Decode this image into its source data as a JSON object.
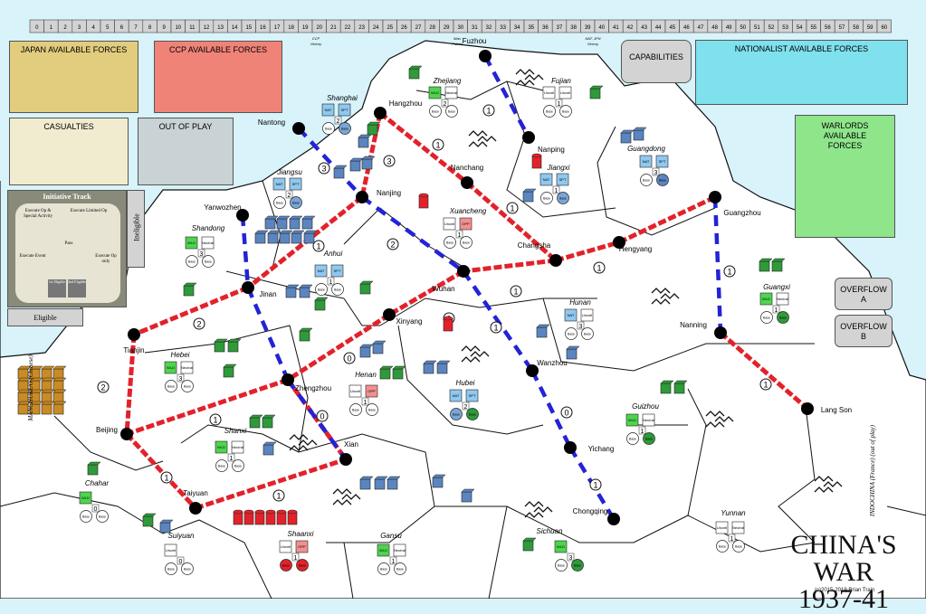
{
  "track": {
    "numbers": [
      "0",
      "1",
      "2",
      "3",
      "4",
      "5",
      "6",
      "7",
      "8",
      "9",
      "10",
      "11",
      "12",
      "13",
      "14",
      "15",
      "16",
      "17",
      "18",
      "19",
      "20",
      "21",
      "22",
      "23",
      "24",
      "25",
      "26",
      "27",
      "28",
      "29",
      "30",
      "31",
      "32",
      "33",
      "34",
      "35",
      "36",
      "37",
      "38",
      "39",
      "40",
      "41",
      "42",
      "43",
      "44",
      "45",
      "46",
      "47",
      "48",
      "49",
      "50",
      "51",
      "52",
      "53",
      "54",
      "55",
      "56",
      "57",
      "58",
      "59",
      "60"
    ],
    "notes": [
      {
        "t1": "CCP",
        "t2": "Victory"
      },
      {
        "t1": "Mao",
        "t2": "Fatrim"
      },
      {
        "t1": "NAT, JPN",
        "t2": "Victory"
      }
    ]
  },
  "boxes": {
    "japan": "JAPAN AVAILABLE FORCES",
    "ccp": "CCP AVAILABLE FORCES",
    "casualties": "CASUALTIES",
    "out_of_play": "OUT OF PLAY",
    "capabilities": "CAPABILITIES",
    "nationalist": "NATIONALIST AVAILABLE FORCES",
    "warlords": [
      "WARLORDS",
      "AVAILABLE",
      "FORCES"
    ],
    "overflow_a": [
      "OVERFLOW",
      "A"
    ],
    "overflow_b": [
      "OVERFLOW",
      "B"
    ],
    "ineligible": "Ineligible",
    "eligible": "Eligible"
  },
  "initiative": {
    "title": "Initiative Track",
    "cells": [
      "Execute Op & Special Activity",
      "Execute Limited Op",
      "Pass",
      "Execute Event",
      "Execute Op only",
      "1st Eligible",
      "2nd Eligible"
    ]
  },
  "grid_numbers": [
    "1",
    "2",
    "3",
    "4",
    "5",
    "6"
  ],
  "cities": [
    "Fuzhou",
    "Hangzhou",
    "Nantong",
    "Nanping",
    "Nanchang",
    "Nanjing",
    "Yanwozhen",
    "Changsha",
    "Hengyang",
    "Guangzhou",
    "Jinan",
    "Wuhan",
    "Xinyang",
    "Tianjin",
    "Zhengzhou",
    "Wanzhou",
    "Nanning",
    "Lang Son",
    "Beijing",
    "Xian",
    "Yichang",
    "Taiyuan",
    "Chongqing"
  ],
  "provinces": [
    "Shanghai",
    "Zhejiang",
    "Fujian",
    "Jiangxi",
    "Guangdong",
    "Jiangsu",
    "Xuancheng",
    "Anhui",
    "Shandong",
    "Hunan",
    "Guangxi",
    "Hebei",
    "Henan",
    "Hubei",
    "Guizhou",
    "Shanxi",
    "Chahar",
    "Suiyuan",
    "Shaanxi",
    "Gansu",
    "Sichuan",
    "Yunnan"
  ],
  "markers": {
    "nat": "NAT",
    "spt": "SPT",
    "wld": "WLD",
    "opp": "OPP",
    "neutral": "Neutral",
    "uncntl": "Uncntl",
    "base": "Base",
    "controlled": "Cntrl"
  },
  "route_numbers": [
    "1",
    "2",
    "3",
    "0"
  ],
  "edge_labels": {
    "manchuria": "MANCHUKUO (Chinese)",
    "indochina": [
      "INDOCHINA",
      "(France)",
      "(out of play)"
    ]
  },
  "title": {
    "line1": "CHINA'S WAR",
    "line2": "1937-41",
    "copyright": "(c)2015-2019 Brian Train"
  },
  "colors": {
    "japan": "#c98b24",
    "ccp": "#e2222b",
    "nationalist": "#5b85c0",
    "warlord": "#2f9a3a",
    "rail": "#e2222b",
    "road": "#2323d6"
  }
}
